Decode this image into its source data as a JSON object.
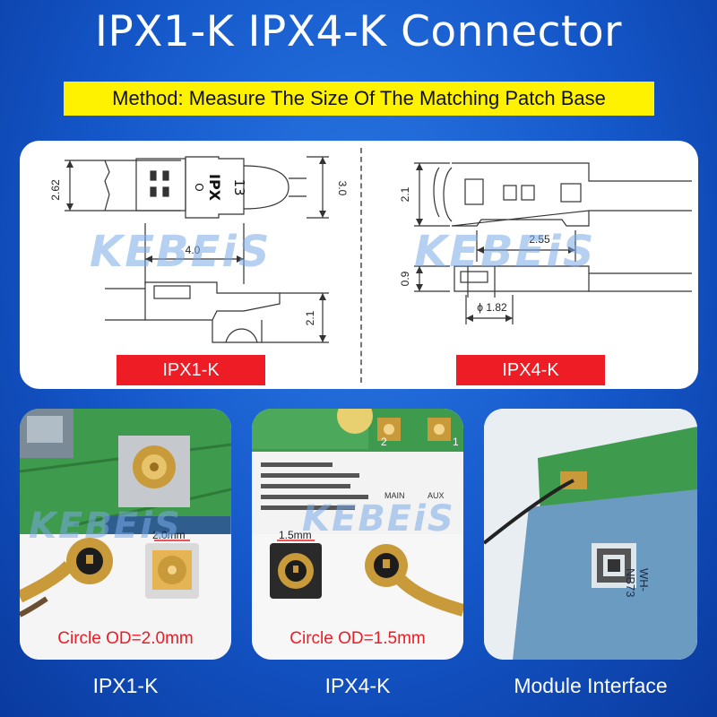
{
  "title": "IPX1-K IPX4-K Connector",
  "method_banner": "Method: Measure The Size Of The Matching Patch Base",
  "watermark": "KEBEiS",
  "diagram_left": {
    "label": "IPX1-K",
    "dim_height_left": "2.62",
    "dim_height_right": "3.0",
    "dim_width": "4.0",
    "dim_side_height": "2.1",
    "marking_text": "IPX",
    "marking_number": "13",
    "marking_letter": "O"
  },
  "diagram_right": {
    "label": "IPX4-K",
    "dim_height": "2.1",
    "dim_width": "2.55",
    "dim_side_height": "0.9",
    "dim_diameter": "ϕ 1.82"
  },
  "photo_1": {
    "od_label": "Circle OD=2.0mm",
    "size_tag": "2.0mm",
    "caption": "IPX1-K"
  },
  "photo_2": {
    "od_label": "Circle OD=1.5mm",
    "size_tag": "1.5mm",
    "caption": "IPX4-K",
    "pcb_labels": [
      "2",
      "1",
      "MAIN",
      "AUX"
    ]
  },
  "photo_3": {
    "caption": "Module Interface",
    "module_text": "WH-NB73"
  },
  "colors": {
    "background": "#1456c8",
    "banner": "#fff200",
    "label_red": "#ee1c24",
    "pcb_green": "#3e9a4c",
    "gold": "#c89a3a"
  }
}
